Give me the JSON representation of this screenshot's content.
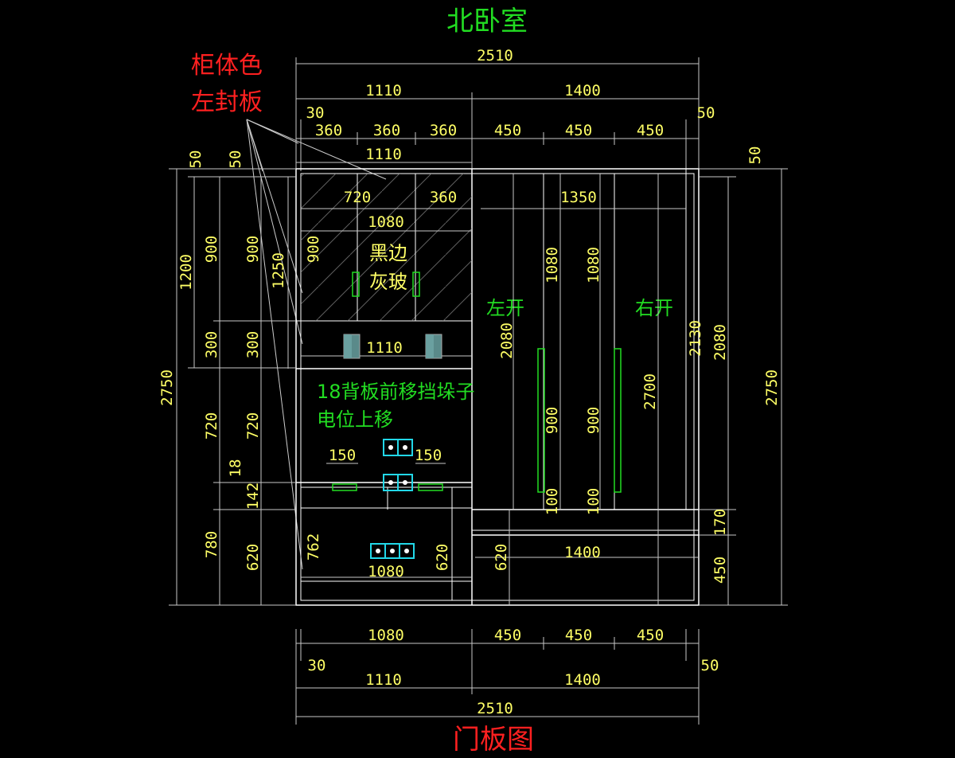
{
  "title": "北卧室",
  "bottom_title": "门板图",
  "annotations": {
    "cabinet_color": "柜体色",
    "left_seal": "左封板",
    "black_edge": "黑边",
    "grey_glass": "灰玻",
    "left_open": "左开",
    "right_open": "右开",
    "backboard_note": "18背板前移挡垛子",
    "power_note": "电位上移"
  },
  "dims": {
    "total_width_top": "2510",
    "left_width_top": "1110",
    "right_width_top": "1400",
    "left_gap": "30",
    "right_gap": "50",
    "col_360_a": "360",
    "col_360_b": "360",
    "col_360_c": "360",
    "col_450_a": "450",
    "col_450_b": "450",
    "col_450_c": "450",
    "inner_1110_top": "1110",
    "top_gap_left": "50",
    "top_gap_left2": "50",
    "top_gap_right": "50",
    "h720": "720",
    "h360": "360",
    "h1350": "1350",
    "h1080_glass": "1080",
    "v900_glass": "900",
    "v1250": "1250",
    "v1200": "1200",
    "v900_a": "900",
    "v900_b": "900",
    "v300_a": "300",
    "v300_b": "300",
    "mid_1110": "1110",
    "v2750_left": "2750",
    "v720_a": "720",
    "v720_b": "720",
    "v18": "18",
    "v142": "142",
    "v780": "780",
    "v620_a": "620",
    "v762": "762",
    "v620_b": "620",
    "socket_150_a": "150",
    "socket_150_b": "150",
    "h1080_low": "1080",
    "v2080_left": "2080",
    "v1080_a": "1080",
    "v1080_b": "1080",
    "v900_door_a": "900",
    "v900_door_b": "900",
    "v100_a": "100",
    "v100_b": "100",
    "v2700": "2700",
    "v2130": "2130",
    "v2080_right": "2080",
    "v2750_right": "2750",
    "v170": "170",
    "v450": "450",
    "v620_c": "620",
    "h1400_drawer": "1400",
    "bottom_1080": "1080",
    "bottom_450_a": "450",
    "bottom_450_b": "450",
    "bottom_450_c": "450",
    "bottom_gap_left": "30",
    "bottom_gap_right": "50",
    "bottom_1110": "1110",
    "bottom_1400": "1400",
    "bottom_2510": "2510"
  },
  "colors": {
    "dimension": "#ffff66",
    "outline": "#ffffff",
    "handle": "#22dd22",
    "socket": "#22d8e8",
    "note_red": "#ff2020"
  }
}
